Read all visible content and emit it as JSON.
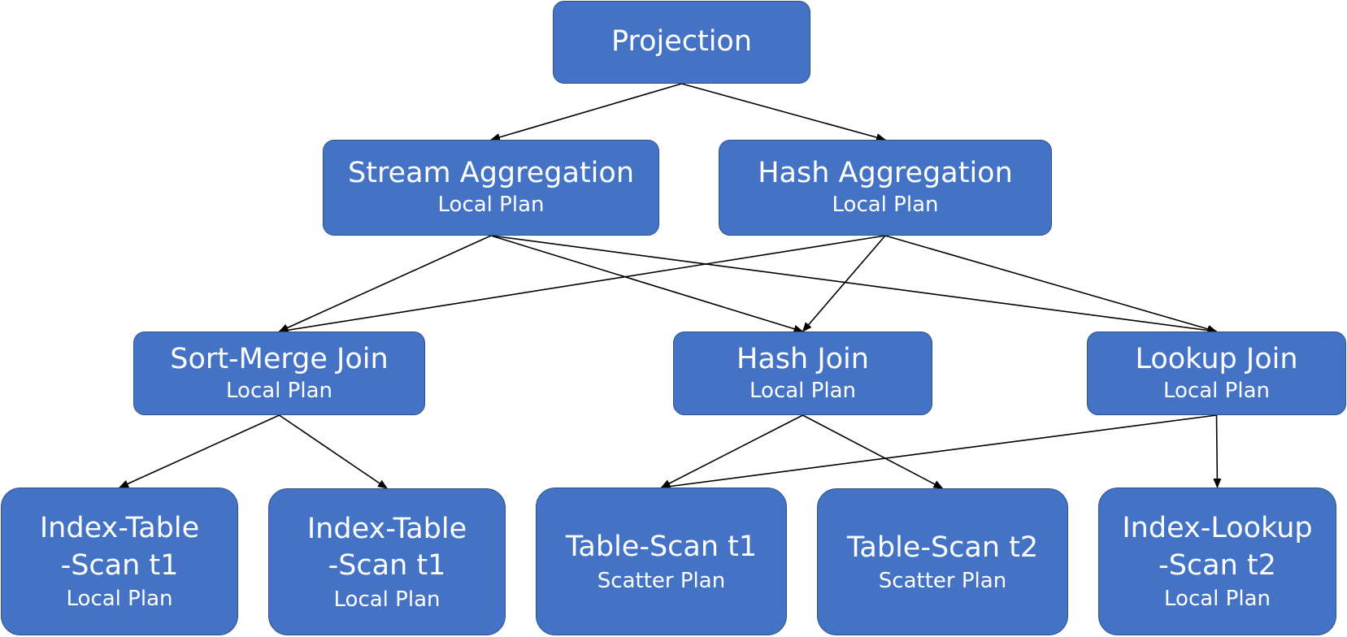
{
  "nodes": {
    "projection": {
      "title": "Projection"
    },
    "stream_agg": {
      "title": "Stream Aggregation",
      "sub": "Local Plan"
    },
    "hash_agg": {
      "title": "Hash Aggregation",
      "sub": "Local Plan"
    },
    "sort_merge_join": {
      "title": "Sort-Merge Join",
      "sub": "Local Plan"
    },
    "hash_join": {
      "title": "Hash Join",
      "sub": "Local Plan"
    },
    "lookup_join": {
      "title": "Lookup Join",
      "sub": "Local Plan"
    },
    "index_table_scan_a": {
      "title_line1": "Index-Table",
      "title_line2": "-Scan t1",
      "sub": "Local Plan"
    },
    "index_table_scan_b": {
      "title_line1": "Index-Table",
      "title_line2": "-Scan t1",
      "sub": "Local Plan"
    },
    "table_scan_t1": {
      "title": "Table-Scan t1",
      "sub": "Scatter Plan"
    },
    "table_scan_t2": {
      "title": "Table-Scan t2",
      "sub": "Scatter Plan"
    },
    "index_lookup_scan": {
      "title_line1": "Index-Lookup",
      "title_line2": "-Scan t2",
      "sub": "Local Plan"
    }
  },
  "edges": [
    [
      "projection",
      "stream_agg"
    ],
    [
      "projection",
      "hash_agg"
    ],
    [
      "stream_agg",
      "sort_merge_join"
    ],
    [
      "stream_agg",
      "hash_join"
    ],
    [
      "stream_agg",
      "lookup_join"
    ],
    [
      "hash_agg",
      "sort_merge_join"
    ],
    [
      "hash_agg",
      "hash_join"
    ],
    [
      "hash_agg",
      "lookup_join"
    ],
    [
      "sort_merge_join",
      "index_table_scan_a"
    ],
    [
      "sort_merge_join",
      "index_table_scan_b"
    ],
    [
      "hash_join",
      "table_scan_t1"
    ],
    [
      "hash_join",
      "table_scan_t2"
    ],
    [
      "lookup_join",
      "table_scan_t1"
    ],
    [
      "lookup_join",
      "index_lookup_scan"
    ]
  ],
  "colors": {
    "node_fill": "#4472C4",
    "node_border": "#2F528F",
    "text": "#FFFFFF",
    "edge": "#000000"
  }
}
